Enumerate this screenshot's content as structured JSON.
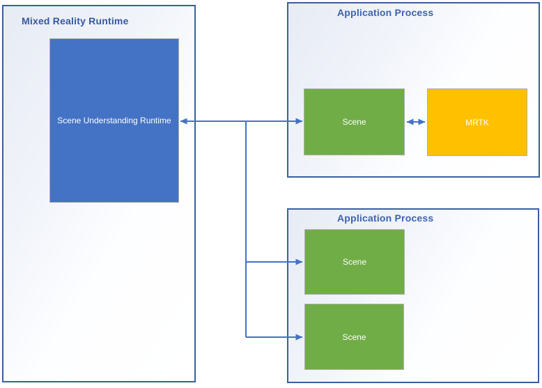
{
  "diagram": {
    "type": "architecture-diagram",
    "containers": {
      "mixed_reality_runtime": {
        "title": "Mixed Reality Runtime"
      },
      "application_process_top": {
        "title": "Application Process"
      },
      "application_process_bottom": {
        "title": "Application Process"
      }
    },
    "nodes": {
      "scene_understanding_runtime": {
        "label": "Scene Understanding Runtime",
        "color": "#4472C4"
      },
      "scene_top": {
        "label": "Scene",
        "color": "#70AD47"
      },
      "mrtk": {
        "label": "MRTK",
        "color": "#FFC000"
      },
      "scene_middle": {
        "label": "Scene",
        "color": "#70AD47"
      },
      "scene_bottom": {
        "label": "Scene",
        "color": "#70AD47"
      }
    },
    "connectors": [
      {
        "from": "scene_understanding_runtime",
        "to": "scene_top",
        "style": "bidirectional-arrow"
      },
      {
        "from": "scene_top",
        "to": "mrtk",
        "style": "bidirectional-arrow"
      },
      {
        "from": "scene_understanding_runtime",
        "to": "scene_middle",
        "style": "arrow"
      },
      {
        "from": "scene_understanding_runtime",
        "to": "scene_bottom",
        "style": "arrow"
      }
    ],
    "colors": {
      "connector": "#4472C4",
      "container_border": "#3A5F9E",
      "container_gradient_start": "#E7EBF4",
      "container_gradient_end": "#FFFFFF",
      "title_text": "#3E63AE",
      "node_border": "#ADADAD",
      "node_text": "#FFFFFF",
      "page_background": "#FFFFFF"
    }
  }
}
